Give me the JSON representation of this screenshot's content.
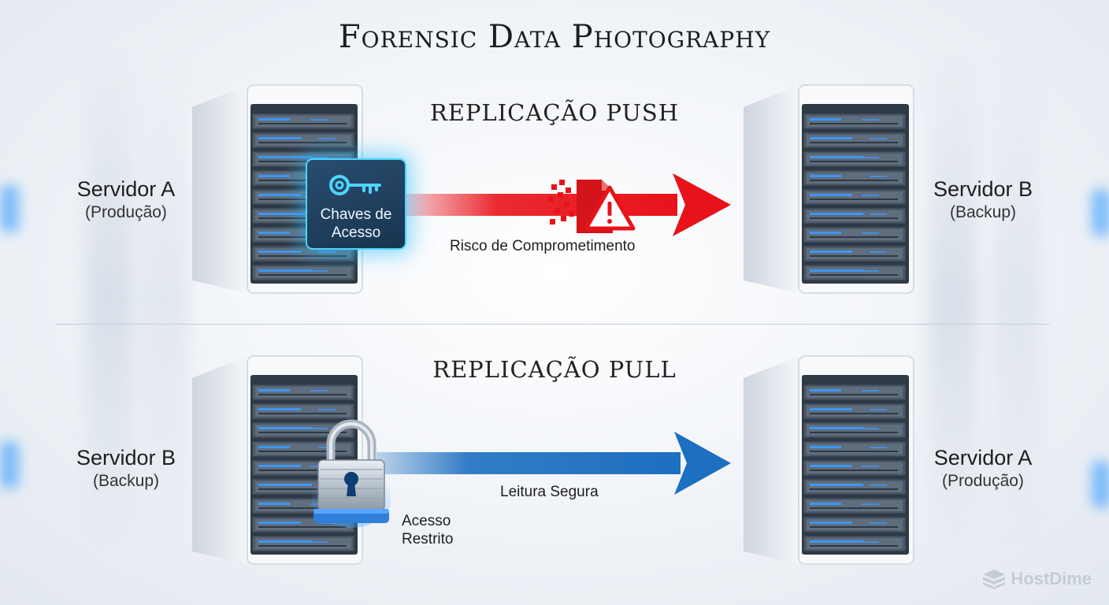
{
  "title": "Forensic Data Photography",
  "push": {
    "title": "REPLICAÇÃO PUSH",
    "left_server": {
      "name": "Servidor A",
      "role": "(Produção)"
    },
    "right_server": {
      "name": "Servidor B",
      "role": "(Backup)"
    },
    "key_box_label": "Chaves de Acesso",
    "arrow_caption": "Risco de Comprometimento",
    "arrow_color": "#e8131a",
    "key_icon": "key-icon",
    "warning_icon": "warning-file-icon"
  },
  "pull": {
    "title": "REPLICAÇÃO PULL",
    "left_server": {
      "name": "Servidor B",
      "role": "(Backup)"
    },
    "right_server": {
      "name": "Servidor A",
      "role": "(Produção)"
    },
    "arrow_caption": "Leitura Segura",
    "lock_caption": "Acesso Restrito",
    "arrow_color": "#1d6fc0",
    "lock_icon": "padlock-icon"
  },
  "brand": {
    "name": "HostDime",
    "icon": "hostdime-logo-icon"
  },
  "colors": {
    "accent_cyan": "#4fd4ff",
    "server_led": "#3a9bff"
  }
}
